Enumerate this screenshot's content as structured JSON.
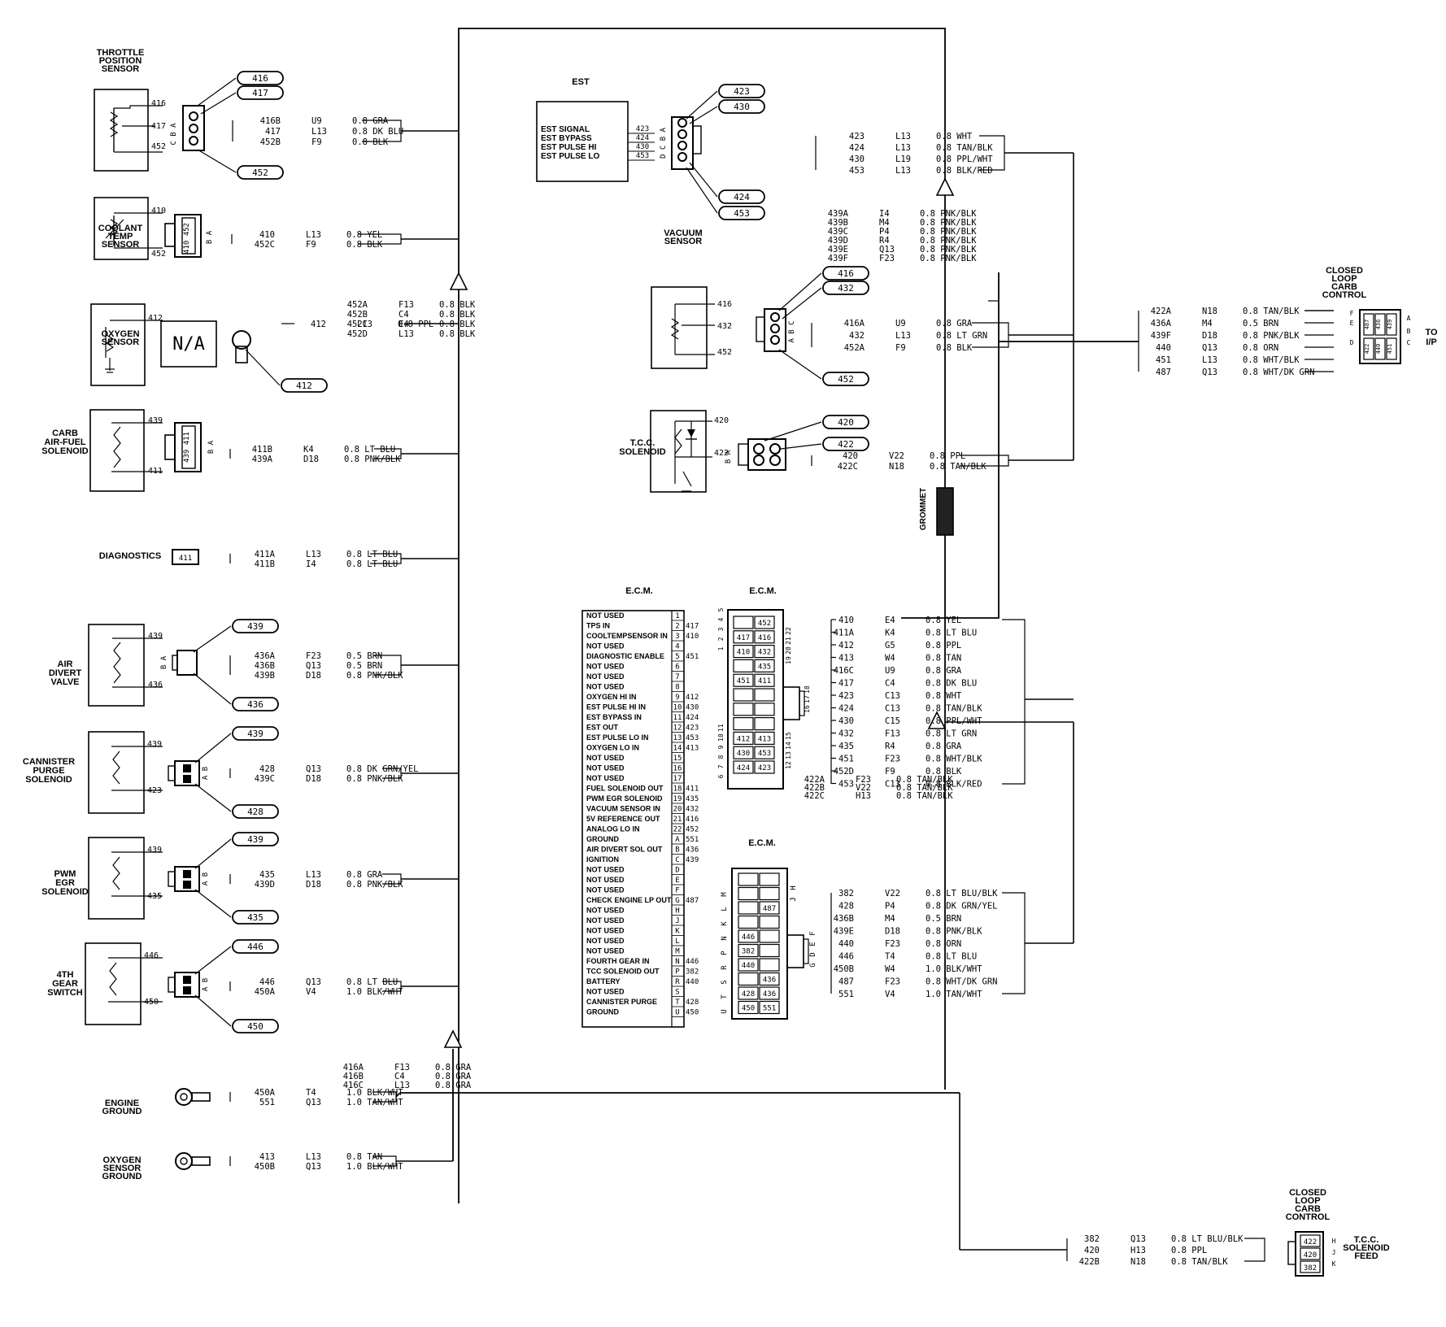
{
  "components": {
    "tps": {
      "title": [
        "THROTTLE",
        "POSITION",
        "SENSOR"
      ],
      "pins": [
        "416",
        "417",
        "452"
      ],
      "letters": "C B A",
      "tags": [
        "416",
        "417",
        "452"
      ],
      "wires": [
        [
          "416B",
          "U9",
          "0.8 GRA"
        ],
        [
          "417",
          "L13",
          "0.8 DK BLU"
        ],
        [
          "452B",
          "F9",
          "0.8 BLK"
        ]
      ]
    },
    "coolant": {
      "title": [
        "COOLANT",
        "TEMP",
        "SENSOR"
      ],
      "pins": [
        "410",
        "452"
      ],
      "conn": "410 452",
      "letters": "B A",
      "wires": [
        [
          "410",
          "L13",
          "0.8 YEL"
        ],
        [
          "452C",
          "F9",
          "0.8 BLK"
        ]
      ]
    },
    "oxygen": {
      "title": [
        "OXYGEN",
        "SENSOR"
      ],
      "pins": [
        "412"
      ],
      "na": "N/A",
      "tags": [
        "412"
      ],
      "wires": [
        [
          "412",
          "L13",
          "0.8 PPL"
        ]
      ]
    },
    "carb": {
      "title": [
        "CARB",
        "AIR-FUEL",
        "SOLENOID"
      ],
      "pins": [
        "439",
        "411"
      ],
      "conn": "439 411",
      "letters": "B A",
      "wires": [
        [
          "411B",
          "K4",
          "0.8 LT BLU"
        ],
        [
          "439A",
          "D18",
          "0.8 PNK/BLK"
        ]
      ]
    },
    "diag": {
      "title": "DIAGNOSTICS",
      "conn": "411",
      "wires": [
        [
          "411A",
          "L13",
          "0.8 LT BLU"
        ],
        [
          "411B",
          "I4",
          "0.8 LT BLU"
        ]
      ]
    },
    "air": {
      "title": [
        "AIR",
        "DIVERT",
        "VALVE"
      ],
      "pins": [
        "439",
        "436"
      ],
      "letters": "B A",
      "tags": [
        "439",
        "436"
      ],
      "wires": [
        [
          "436A",
          "F23",
          "0.5 BRN"
        ],
        [
          "436B",
          "Q13",
          "0.5 BRN"
        ],
        [
          "439B",
          "D18",
          "0.8 PNK/BLK"
        ]
      ]
    },
    "cann": {
      "title": [
        "CANNISTER",
        "PURGE",
        "SOLENOID"
      ],
      "pins": [
        "439",
        "423"
      ],
      "letters": "A B",
      "tags": [
        "439",
        "428"
      ],
      "wires": [
        [
          "428",
          "Q13",
          "0.8 DK GRN/YEL"
        ],
        [
          "439C",
          "D18",
          "0.8 PNK/BLK"
        ]
      ]
    },
    "pwm": {
      "title": [
        "PWM",
        "EGR",
        "SOLENOID"
      ],
      "pins": [
        "439",
        "435"
      ],
      "letters": "A B",
      "tags": [
        "439",
        "435"
      ],
      "wires": [
        [
          "435",
          "L13",
          "0.8 GRA"
        ],
        [
          "439D",
          "D18",
          "0.8 PNK/BLK"
        ]
      ]
    },
    "gear": {
      "title": [
        "4TH",
        "GEAR",
        "SWITCH"
      ],
      "pins": [
        "446",
        "450"
      ],
      "letters": "A B",
      "tags": [
        "446",
        "450"
      ],
      "wires": [
        [
          "446",
          "Q13",
          "0.8 LT BLU"
        ],
        [
          "450A",
          "V4",
          "1.0 BLK/WHT"
        ]
      ]
    },
    "eng": {
      "title": [
        "ENGINE",
        "GROUND"
      ],
      "wires": [
        [
          "450A",
          "T4",
          "1.0 BLK/WHT"
        ],
        [
          "551",
          "Q13",
          "1.0 TAN/WHT"
        ]
      ]
    },
    "oxg": {
      "title": [
        "OXYGEN",
        "SENSOR",
        "GROUND"
      ],
      "wires": [
        [
          "413",
          "L13",
          "0.8 TAN"
        ],
        [
          "450B",
          "Q13",
          "1.0 BLK/WHT"
        ]
      ]
    },
    "est": {
      "title": "EST",
      "box_labels": [
        "EST SIGNAL",
        "EST BYPASS",
        "EST PULSE HI",
        "EST PULSE LO"
      ],
      "pins": [
        "423",
        "424",
        "430",
        "453"
      ],
      "letters": "D C B A",
      "tags": [
        "423",
        "430",
        "424",
        "453"
      ],
      "wires": [
        [
          "423",
          "L13",
          "0.8 WHT"
        ],
        [
          "424",
          "L13",
          "0.8 TAN/BLK"
        ],
        [
          "430",
          "L19",
          "0.8 PPL/WHT"
        ],
        [
          "453",
          "L13",
          "0.8 BLK/RED"
        ]
      ]
    },
    "vac": {
      "title": [
        "VACUUM",
        "SENSOR"
      ],
      "pins": [
        "416",
        "432",
        "452"
      ],
      "letters": "A B C",
      "tags": [
        "416",
        "432",
        "452"
      ],
      "wires": [
        [
          "416A",
          "U9",
          "0.8 GRA"
        ],
        [
          "432",
          "L13",
          "0.8 LT GRN"
        ],
        [
          "452A",
          "F9",
          "0.8 BLK"
        ]
      ]
    },
    "tcc": {
      "title": [
        "T.C.C.",
        "SOLENOID"
      ],
      "pins": [
        "420",
        "422"
      ],
      "letters": "B A",
      "tags": [
        "420",
        "422"
      ],
      "wires": [
        [
          "420",
          "V22",
          "0.8 PPL"
        ],
        [
          "422C",
          "N18",
          "0.8 TAN/BLK"
        ]
      ]
    },
    "clc": {
      "title": [
        "CLOSED",
        "LOOP",
        "CARB",
        "CONTROL"
      ],
      "to": [
        "TO",
        "I/P"
      ],
      "conn_top": [
        "487",
        "436",
        "439"
      ],
      "conn_bot": [
        "422",
        "440",
        "451"
      ],
      "letters": [
        "F",
        "E",
        "D",
        "A",
        "B",
        "C"
      ],
      "wires": [
        [
          "422A",
          "N18",
          "0.8 TAN/BLK"
        ],
        [
          "436A",
          "M4",
          "0.5 BRN"
        ],
        [
          "439F",
          "D18",
          "0.8 PNK/BLK"
        ],
        [
          "440",
          "Q13",
          "0.8 ORN"
        ],
        [
          "451",
          "L13",
          "0.8 WHT/BLK"
        ],
        [
          "487",
          "Q13",
          "0.8 WHT/DK GRN"
        ]
      ]
    },
    "clc2": {
      "title": [
        "CLOSED",
        "LOOP",
        "CARB",
        "CONTROL"
      ],
      "feed": [
        "T.C.C.",
        "SOLENOID",
        "FEED"
      ],
      "conn": [
        "422",
        "420",
        "382"
      ],
      "letters": [
        "H",
        "J",
        "K"
      ],
      "wires": [
        [
          "382",
          "Q13",
          "0.8 LT BLU/BLK"
        ],
        [
          "420",
          "H13",
          "0.8 PPL"
        ],
        [
          "422B",
          "N18",
          "0.8 TAN/BLK"
        ]
      ]
    }
  },
  "splices": {
    "s1": [
      [
        "452A",
        "F13",
        "0.8 BLK"
      ],
      [
        "452B",
        "C4",
        "0.8 BLK"
      ],
      [
        "452C",
        "E4",
        "0.8 BLK"
      ],
      [
        "452D",
        "L13",
        "0.8 BLK"
      ]
    ],
    "s2": [
      [
        "439A",
        "I4",
        "0.8 PNK/BLK"
      ],
      [
        "439B",
        "M4",
        "0.8 PNK/BLK"
      ],
      [
        "439C",
        "P4",
        "0.8 PNK/BLK"
      ],
      [
        "439D",
        "R4",
        "0.8 PNK/BLK"
      ],
      [
        "439E",
        "Q13",
        "0.8 PNK/BLK"
      ],
      [
        "439F",
        "F23",
        "0.8 PNK/BLK"
      ]
    ],
    "s3": [
      [
        "416A",
        "F13",
        "0.8 GRA"
      ],
      [
        "416B",
        "C4",
        "0.8 GRA"
      ],
      [
        "416C",
        "L13",
        "0.8 GRA"
      ]
    ],
    "s4": [
      [
        "422A",
        "F23",
        "0.8 TAN/BLK"
      ],
      [
        "422B",
        "V22",
        "0.8 TAN/BLK"
      ],
      [
        "422C",
        "H13",
        "0.8 TAN/BLK"
      ]
    ]
  },
  "grommet": "GROMMET",
  "ecm_title": "E.C.M.",
  "ecm_table": [
    [
      "NOT USED",
      "1",
      ""
    ],
    [
      "TPS IN",
      "2",
      "417"
    ],
    [
      "COOLTEMPSENSOR IN",
      "3",
      "410"
    ],
    [
      "NOT USED",
      "4",
      ""
    ],
    [
      "DIAGNOSTIC ENABLE",
      "5",
      "451"
    ],
    [
      "NOT USED",
      "6",
      ""
    ],
    [
      "NOT USED",
      "7",
      ""
    ],
    [
      "NOT USED",
      "8",
      ""
    ],
    [
      "OXYGEN HI IN",
      "9",
      "412"
    ],
    [
      "EST PULSE HI IN",
      "10",
      "430"
    ],
    [
      "EST BYPASS IN",
      "11",
      "424"
    ],
    [
      "EST OUT",
      "12",
      "423"
    ],
    [
      "EST PULSE LO IN",
      "13",
      "453"
    ],
    [
      "OXYGEN LO IN",
      "14",
      "413"
    ],
    [
      "NOT USED",
      "15",
      ""
    ],
    [
      "NOT USED",
      "16",
      ""
    ],
    [
      "NOT USED",
      "17",
      ""
    ],
    [
      "FUEL SOLENOID OUT",
      "18",
      "411"
    ],
    [
      "PWM EGR SOLENOID",
      "19",
      "435"
    ],
    [
      "VACUUM SENSOR IN",
      "20",
      "432"
    ],
    [
      "5V REFERENCE OUT",
      "21",
      "416"
    ],
    [
      "ANALOG LO IN",
      "22",
      "452"
    ],
    [
      "GROUND",
      "A",
      "551"
    ],
    [
      "AIR DIVERT SOL OUT",
      "B",
      "436"
    ],
    [
      "IGNITION",
      "C",
      "439"
    ],
    [
      "NOT USED",
      "D",
      ""
    ],
    [
      "NOT USED",
      "E",
      ""
    ],
    [
      "NOT USED",
      "F",
      ""
    ],
    [
      "CHECK ENGINE LP OUT",
      "G",
      "487"
    ],
    [
      "NOT USED",
      "H",
      ""
    ],
    [
      "NOT USED",
      "J",
      ""
    ],
    [
      "NOT USED",
      "K",
      ""
    ],
    [
      "NOT USED",
      "L",
      ""
    ],
    [
      "NOT USED",
      "M",
      ""
    ],
    [
      "FOURTH GEAR IN",
      "N",
      "446"
    ],
    [
      "TCC SOLENOID OUT",
      "P",
      "382"
    ],
    [
      "BATTERY",
      "R",
      "440"
    ],
    [
      "NOT USED",
      "S",
      ""
    ],
    [
      "CANNISTER PURGE",
      "T",
      "428"
    ],
    [
      "GROUND",
      "U",
      "450"
    ]
  ],
  "ecm_conn1": {
    "cells": [
      [
        "",
        "452"
      ],
      [
        "417",
        "416"
      ],
      [
        "410",
        "432"
      ],
      [
        "",
        "435"
      ],
      [
        "451",
        "411"
      ],
      [
        "",
        ""
      ],
      [
        "",
        ""
      ],
      [
        "",
        ""
      ],
      [
        "412",
        "413"
      ],
      [
        "430",
        "453"
      ],
      [
        "424",
        "423"
      ]
    ],
    "left_top": [
      "1",
      "2",
      "3",
      "4",
      "5"
    ],
    "left_bot": [
      "6",
      "7",
      "8",
      "9",
      "10",
      "11"
    ],
    "right_top": [
      "22",
      "21",
      "20",
      "19"
    ],
    "right_bot": [
      "15",
      "14",
      "13",
      "12"
    ],
    "side": [
      "18",
      "17",
      "16"
    ],
    "wires": [
      [
        "410",
        "E4",
        "0.8 YEL"
      ],
      [
        "411A",
        "K4",
        "0.8 LT BLU"
      ],
      [
        "412",
        "G5",
        "0.8 PPL"
      ],
      [
        "413",
        "W4",
        "0.8 TAN"
      ],
      [
        "416C",
        "U9",
        "0.8 GRA"
      ],
      [
        "417",
        "C4",
        "0.8 DK BLU"
      ],
      [
        "423",
        "C13",
        "0.8 WHT"
      ],
      [
        "424",
        "C13",
        "0.8 TAN/BLK"
      ],
      [
        "430",
        "C15",
        "0.8 PPL/WHT"
      ],
      [
        "432",
        "F13",
        "0.8 LT GRN"
      ],
      [
        "435",
        "R4",
        "0.8 GRA"
      ],
      [
        "451",
        "F23",
        "0.8 WHT/BLK"
      ],
      [
        "452D",
        "F9",
        "0.8 BLK"
      ],
      [
        "453",
        "C13",
        "0.8 BLK/RED"
      ]
    ]
  },
  "ecm_conn2": {
    "cells": [
      [
        "",
        ""
      ],
      [
        "",
        ""
      ],
      [
        "",
        "487"
      ],
      [
        "",
        ""
      ],
      [
        "446",
        ""
      ],
      [
        "382",
        ""
      ],
      [
        "440",
        ""
      ],
      [
        "",
        "436"
      ],
      [
        "428",
        "436"
      ],
      [
        "450",
        "551"
      ]
    ],
    "left": [
      "M",
      "L",
      "K",
      "N",
      "P",
      "R",
      "S",
      "T",
      "U"
    ],
    "right_top": [
      "H",
      "J"
    ],
    "side": [
      "F",
      "E",
      "D",
      "G"
    ],
    "wires": [
      [
        "382",
        "V22",
        "0.8 LT BLU/BLK"
      ],
      [
        "428",
        "P4",
        "0.8 DK GRN/YEL"
      ],
      [
        "436B",
        "M4",
        "0.5 BRN"
      ],
      [
        "439E",
        "D18",
        "0.8 PNK/BLK"
      ],
      [
        "440",
        "F23",
        "0.8 ORN"
      ],
      [
        "446",
        "T4",
        "0.8 LT BLU"
      ],
      [
        "450B",
        "W4",
        "1.0 BLK/WHT"
      ],
      [
        "487",
        "F23",
        "0.8 WHT/DK GRN"
      ],
      [
        "551",
        "V4",
        "1.0 TAN/WHT"
      ]
    ]
  }
}
